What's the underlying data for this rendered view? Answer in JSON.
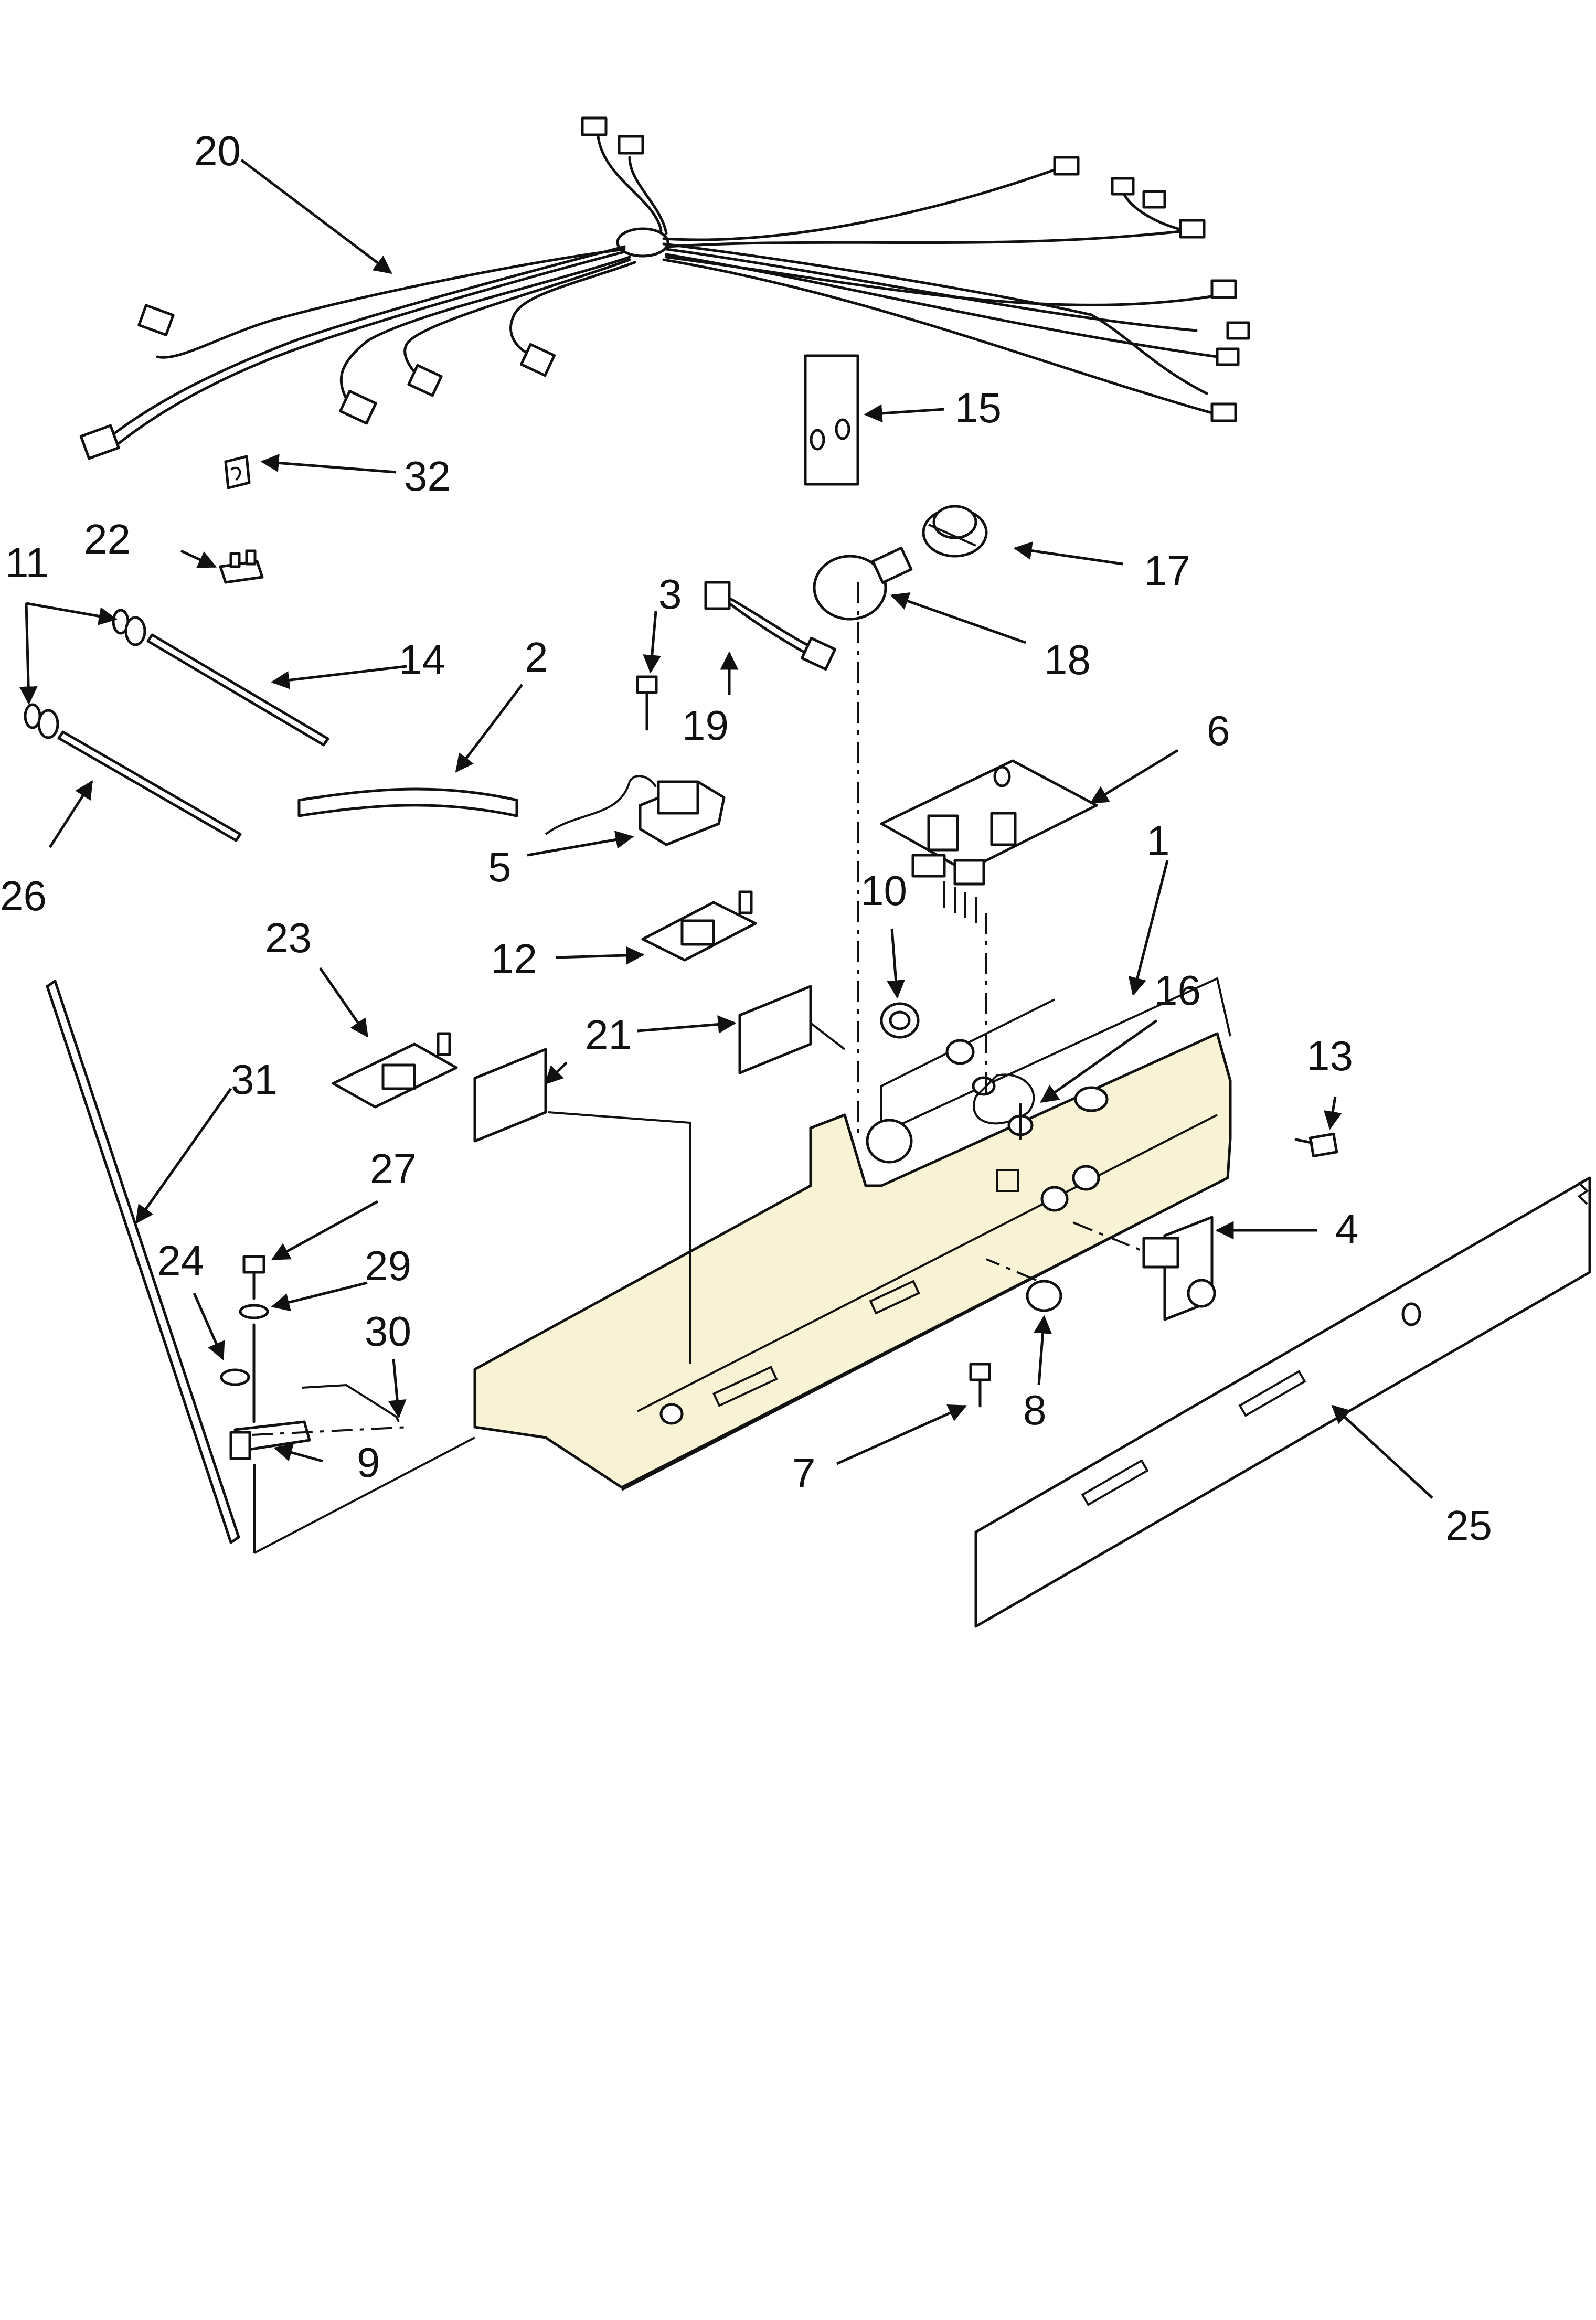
{
  "callouts": [
    {
      "id": "c1",
      "text": "1"
    },
    {
      "id": "c2",
      "text": "2"
    },
    {
      "id": "c3",
      "text": "3"
    },
    {
      "id": "c4",
      "text": "4"
    },
    {
      "id": "c5",
      "text": "5"
    },
    {
      "id": "c6",
      "text": "6"
    },
    {
      "id": "c7",
      "text": "7"
    },
    {
      "id": "c8",
      "text": "8"
    },
    {
      "id": "c9",
      "text": "9"
    },
    {
      "id": "c10",
      "text": "10"
    },
    {
      "id": "c11",
      "text": "11"
    },
    {
      "id": "c12",
      "text": "12"
    },
    {
      "id": "c13",
      "text": "13"
    },
    {
      "id": "c14",
      "text": "14"
    },
    {
      "id": "c15",
      "text": "15"
    },
    {
      "id": "c16",
      "text": "16"
    },
    {
      "id": "c17",
      "text": "17"
    },
    {
      "id": "c18",
      "text": "18"
    },
    {
      "id": "c19",
      "text": "19"
    },
    {
      "id": "c20",
      "text": "20"
    },
    {
      "id": "c21",
      "text": "21"
    },
    {
      "id": "c22",
      "text": "22"
    },
    {
      "id": "c23",
      "text": "23"
    },
    {
      "id": "c24",
      "text": "24"
    },
    {
      "id": "c25",
      "text": "25"
    },
    {
      "id": "c26",
      "text": "26"
    },
    {
      "id": "c27",
      "text": "27"
    },
    {
      "id": "c29",
      "text": "29"
    },
    {
      "id": "c30",
      "text": "30"
    },
    {
      "id": "c31",
      "text": "31"
    },
    {
      "id": "c32",
      "text": "32"
    }
  ]
}
